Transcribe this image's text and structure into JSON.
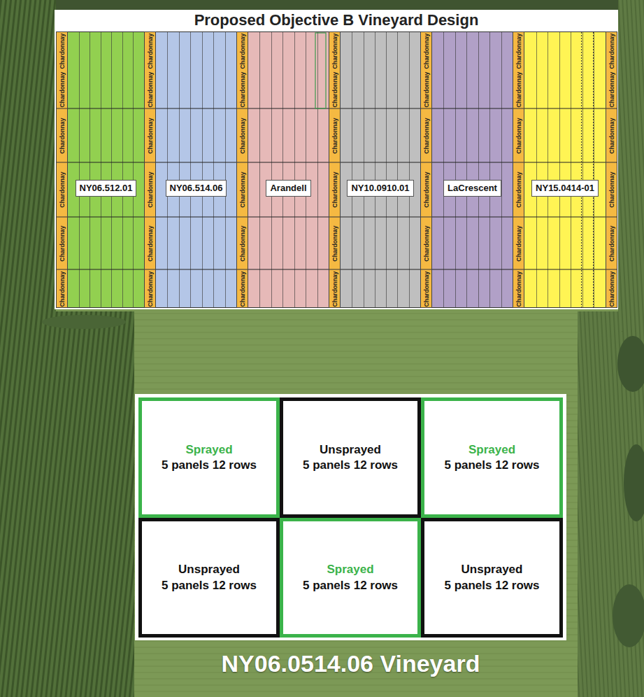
{
  "diagram": {
    "title": "Proposed Objective B Vineyard Design",
    "caption": "NY06.0514.06 Vineyard",
    "nodes": [
      {
        "text": [
          "Chardonnay",
          "Chardonnay",
          "Chardonnay",
          "Chardonnay",
          "Chardonnay",
          "Chardonnay"
        ]
      },
      {
        "text": [
          "NY06.512.01"
        ]
      },
      {
        "text": [
          "Chardonnay",
          "Chardonnay",
          "Chardonnay",
          "Chardonnay",
          "Chardonnay",
          "Chardonnay"
        ]
      },
      {
        "text": [
          "NY06.514.06"
        ]
      },
      {
        "text": [
          "Chardonnay",
          "Chardonnay",
          "Chardonnay",
          "Chardonnay",
          "Chardonnay",
          "Chardonnay"
        ]
      },
      {
        "text": [
          "Arandell"
        ]
      },
      {
        "text": [
          "Chardonnay",
          "Chardonnay",
          "Chardonnay",
          "Chardonnay",
          "Chardonnay",
          "Chardonnay"
        ]
      },
      {
        "text": [
          "NY10.0910.01"
        ]
      },
      {
        "text": [
          "Chardonnay",
          "Chardonnay",
          "Chardonnay",
          "Chardonnay",
          "Chardonnay",
          "Chardonnay"
        ]
      },
      {
        "text": [
          "LaCrescent"
        ]
      },
      {
        "text": [
          "Chardonnay",
          "Chardonnay",
          "Chardonnay",
          "Chardonnay",
          "Chardonnay",
          "Chardonnay"
        ]
      },
      {
        "text": [
          "NY15.0414-01"
        ]
      },
      {
        "text": [
          "Chardonnay",
          "Chardonnay",
          "Chardonnay",
          "Chardonnay",
          "Chardonnay",
          "Chardonnay"
        ]
      },
      {
        "text": [
          "Sprayed",
          "5 panels 12 rows"
        ]
      },
      {
        "text": [
          "Unsprayed",
          "5 panels 12 rows"
        ]
      },
      {
        "text": [
          "Sprayed",
          "5 panels 12 rows"
        ]
      },
      {
        "text": [
          "Unsprayed",
          "5 panels 12 rows"
        ]
      },
      {
        "text": [
          "Sprayed",
          "5 panels 12 rows"
        ]
      },
      {
        "text": [
          "Unsprayed",
          "5 panels 12 rows"
        ]
      }
    ]
  }
}
